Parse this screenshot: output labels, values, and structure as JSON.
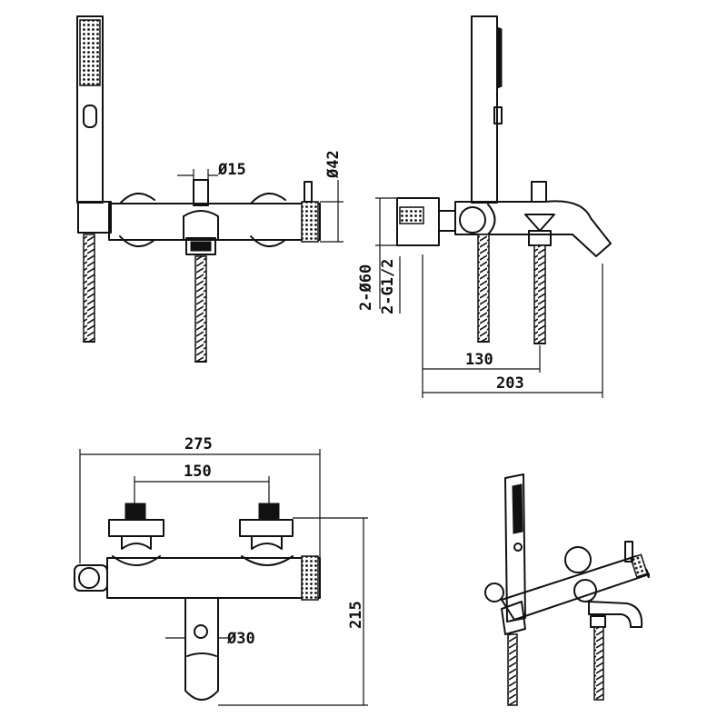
{
  "labels": {
    "d15": "Ø15",
    "d42": "Ø42",
    "d60": "2-Ø60",
    "g12": "2-G1/2",
    "w130": "130",
    "w203": "203",
    "w275": "275",
    "w150": "150",
    "h215": "215",
    "d30": "Ø30"
  }
}
